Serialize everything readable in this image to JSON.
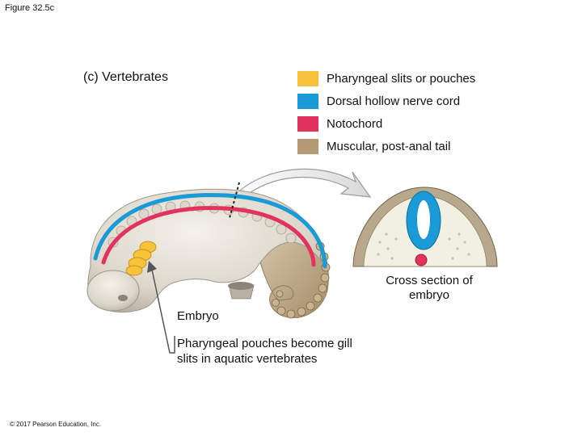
{
  "figure_label": "Figure 32.5c",
  "panel": {
    "letter": "(c)",
    "title": "Vertebrates"
  },
  "legend": [
    {
      "label": "Pharyngeal slits or pouches",
      "color": "#f7c33b"
    },
    {
      "label": "Dorsal hollow nerve cord",
      "color": "#1a9ad6"
    },
    {
      "label": "Notochord",
      "color": "#e2335f"
    },
    {
      "label": "Muscular, post-anal tail",
      "color": "#b59a78"
    }
  ],
  "labels": {
    "cross_section": "Cross section of embryo",
    "embryo": "Embryo",
    "note": "Pharyngeal pouches become gill slits in aquatic vertebrates"
  },
  "copyright": "© 2017 Pearson Education, Inc."
}
